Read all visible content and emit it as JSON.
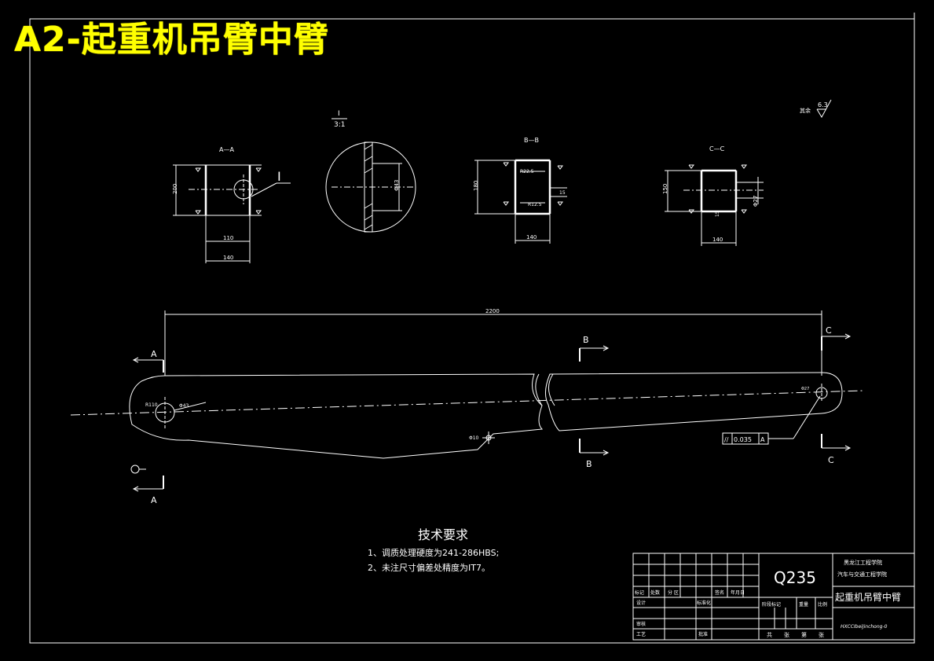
{
  "title": "A2-起重机吊臂中臂",
  "colors": {
    "background": "#000000",
    "lines": "#ffffff",
    "title": "#ffff00"
  },
  "roughness": {
    "label": "其余",
    "value": "6.3"
  },
  "sections": {
    "aa": {
      "label": "A—A",
      "height": "200",
      "inner_width": "110",
      "outer_width": "140",
      "callout": "I"
    },
    "detail": {
      "name": "I",
      "scale": "3:1",
      "dim": "Φ43"
    },
    "bb": {
      "label": "B—B",
      "height": "180",
      "width": "140",
      "gap": "15",
      "radius_top": "R22.5",
      "radius_bottom": "R12.5"
    },
    "cc": {
      "label": "C—C",
      "height": "150",
      "width": "140",
      "gap": "15",
      "dim": "Φ27"
    }
  },
  "main_view": {
    "length": "2200",
    "dia_left": "Φ43",
    "rad_left": "R110",
    "dia_right": "Φ27",
    "hole": "Φ10",
    "tolerance_symbol": "//",
    "tolerance_value": "0.035",
    "tolerance_datum": "A",
    "marks": {
      "a_top": "A",
      "a_bottom": "A",
      "b_top": "B",
      "b_bottom": "B",
      "c_top": "C",
      "c_bottom": "C"
    }
  },
  "requirements": {
    "heading": "技术要求",
    "items": [
      "1、调质处理硬度为241-286HBS;",
      "2、未注尺寸偏差处精度为IT7。"
    ]
  },
  "title_block": {
    "material": "Q235",
    "school_1": "黑龙江工程学院",
    "school_2": "汽车与交通工程学院",
    "part_name": "起重机吊臂中臂",
    "drawing_no": "HXCCIbeiJinchong-0",
    "rev_headers": [
      "标记",
      "处数",
      "分 区",
      "",
      "签名",
      "年月日"
    ],
    "roles": [
      "设计",
      "标准化",
      "审核",
      "工艺",
      "批准"
    ],
    "stage_headers": [
      "阶段标记",
      "重量",
      "比例"
    ],
    "sheet_row": [
      "共",
      "张",
      "第",
      "张"
    ]
  }
}
